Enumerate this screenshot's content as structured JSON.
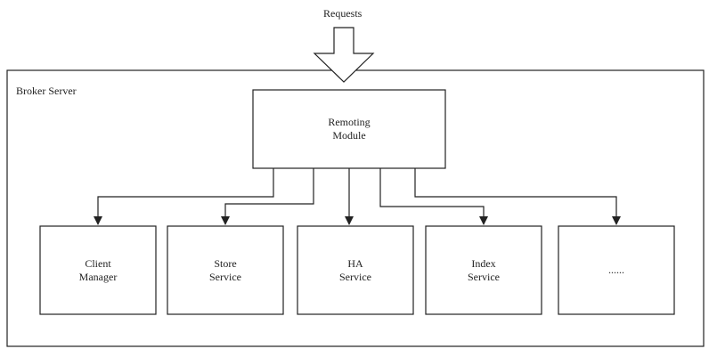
{
  "diagram": {
    "input_label": "Requests",
    "container_label": "Broker Server",
    "remoting": {
      "line1": "Remoting",
      "line2": "Module"
    },
    "services": [
      {
        "line1": "Client",
        "line2": "Manager"
      },
      {
        "line1": "Store",
        "line2": "Service"
      },
      {
        "line1": "HA",
        "line2": "Service"
      },
      {
        "line1": "Index",
        "line2": "Service"
      },
      {
        "line1": "......",
        "line2": ""
      }
    ]
  },
  "colors": {
    "stroke": "#222222",
    "background": "#ffffff",
    "text": "#222222"
  }
}
